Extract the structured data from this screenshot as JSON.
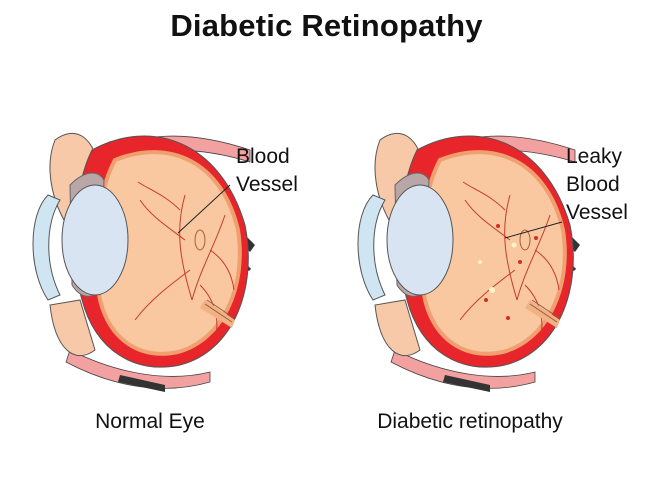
{
  "title": "Diabetic Retinopathy",
  "panels": [
    {
      "caption": "Normal Eye",
      "callout": [
        "Blood",
        "Vessel"
      ]
    },
    {
      "caption": "Diabetic retinopathy",
      "callout": [
        "Leaky",
        "Blood",
        "Vessel"
      ]
    }
  ],
  "colors": {
    "sclera_red": "#e8252a",
    "retina_peach": "#f9c8a0",
    "retina_border": "#f0a070",
    "lens_blue": "#d9e4f2",
    "cornea_blue": "#cfe6f2",
    "muscle_pink": "#f3a0a0",
    "vessel_red": "#c83a2a"
  }
}
